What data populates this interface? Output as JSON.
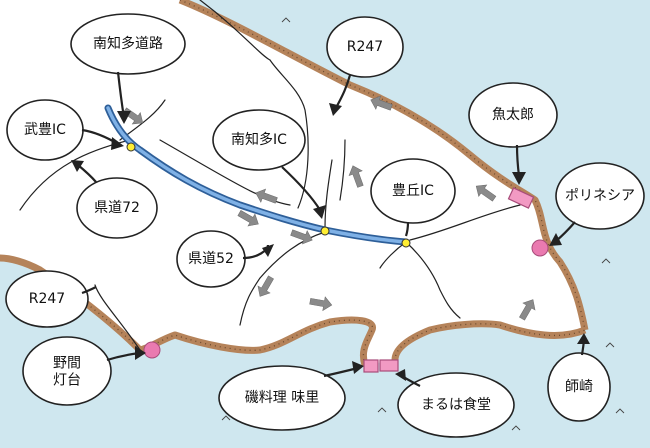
{
  "labels": {
    "nanchita_road": "南知多道路",
    "r247_north": "R247",
    "taketoyo_ic": "武豊IC",
    "kendo72_north": "県道72",
    "minamichita_ic": "南知多IC",
    "toyooka_ic": "豊丘IC",
    "kendo52": "県道52",
    "uotaro": "魚太郎",
    "porinesia": "ポリネシア",
    "r247_west": "R247",
    "noma_lighthouse": "野間\n灯台",
    "shiozaki": "師崎",
    "isoryori_misato": "磯料理 味里",
    "marutama_shokudo": "まるは食堂"
  },
  "colors": {
    "sea": "#cfe7ef",
    "coast": "#b5835a",
    "expressway": "#2e5f99",
    "interchange": "#ffee33",
    "poi": "#ea7ab0"
  },
  "icons": [
    "arrow-icon",
    "ic-dot-icon",
    "poi-marker-icon",
    "wave-icon"
  ]
}
